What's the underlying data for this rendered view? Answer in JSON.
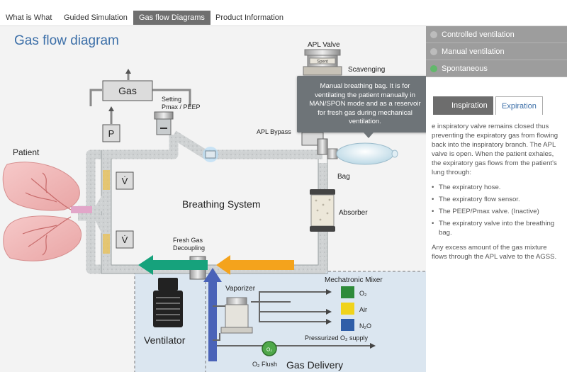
{
  "nav": {
    "tabs": [
      {
        "label": "What is What"
      },
      {
        "label": "Guided Simulation"
      },
      {
        "label": "Gas flow Diagrams"
      },
      {
        "label": "Product Information"
      }
    ]
  },
  "diagram": {
    "title": "Gas flow diagram",
    "labels": {
      "apl_valve": "APL Valve",
      "scavenging": "Scavenging",
      "gas": "Gas",
      "setting": "Setting",
      "pmax_peep": "Pmax / PEEP",
      "p": "P",
      "v1": "V̇",
      "v2": "V̇",
      "apl_bypass": "APL Bypass",
      "patient": "Patient",
      "bag": "Bag",
      "breathing_system": "Breathing System",
      "absorber": "Absorber",
      "fresh_gas": "Fresh Gas",
      "decoupling": "Decoupling",
      "ventilator": "Ventilator",
      "vaporizer": "Vaporizer",
      "mechatronic_mixer": "Mechatronic Mixer",
      "o2": "O₂",
      "air": "Air",
      "n2o": "N₂O",
      "pressurized_supply": "Pressurized O₂ supply",
      "o2_flush": "O₂ Flush",
      "gas_delivery": "Gas Delivery",
      "spent": "Spent",
      "o2_badge": "O₂"
    },
    "colors": {
      "o2": "#2e8b3a",
      "air": "#f0d31c",
      "n2o": "#2f5ea8",
      "arrow_green": "#16a27c",
      "arrow_orange": "#f4a31c",
      "arrow_blue": "#4a63b8"
    }
  },
  "tooltip": {
    "lines": [
      "Manual breathing bag. It is for",
      "ventilating the patient manually in",
      "MAN/SPON mode and as a reservoir",
      "for fresh gas during mechanical",
      "ventilation."
    ]
  },
  "sidebar": {
    "modes": [
      {
        "label": "Controlled ventilation"
      },
      {
        "label": "Manual ventilation"
      },
      {
        "label": "Spontaneous"
      }
    ],
    "phases": [
      {
        "label": "Inspiration"
      },
      {
        "label": "Expiration"
      }
    ],
    "description": {
      "intro": "e inspiratory valve remains closed thus preventing the expiratory gas from flowing back into the inspiratory branch. The APL valve is open. When the patient exhales, the expiratory gas flows from the patient's lung through:",
      "items": [
        "The expiratory hose.",
        "The expiratory flow sensor.",
        "The PEEP/Pmax valve. (Inactive)",
        "The expiratory valve into the breathing bag."
      ],
      "outro": "Any excess amount of the gas mixture flows through the APL valve to the AGSS."
    }
  }
}
